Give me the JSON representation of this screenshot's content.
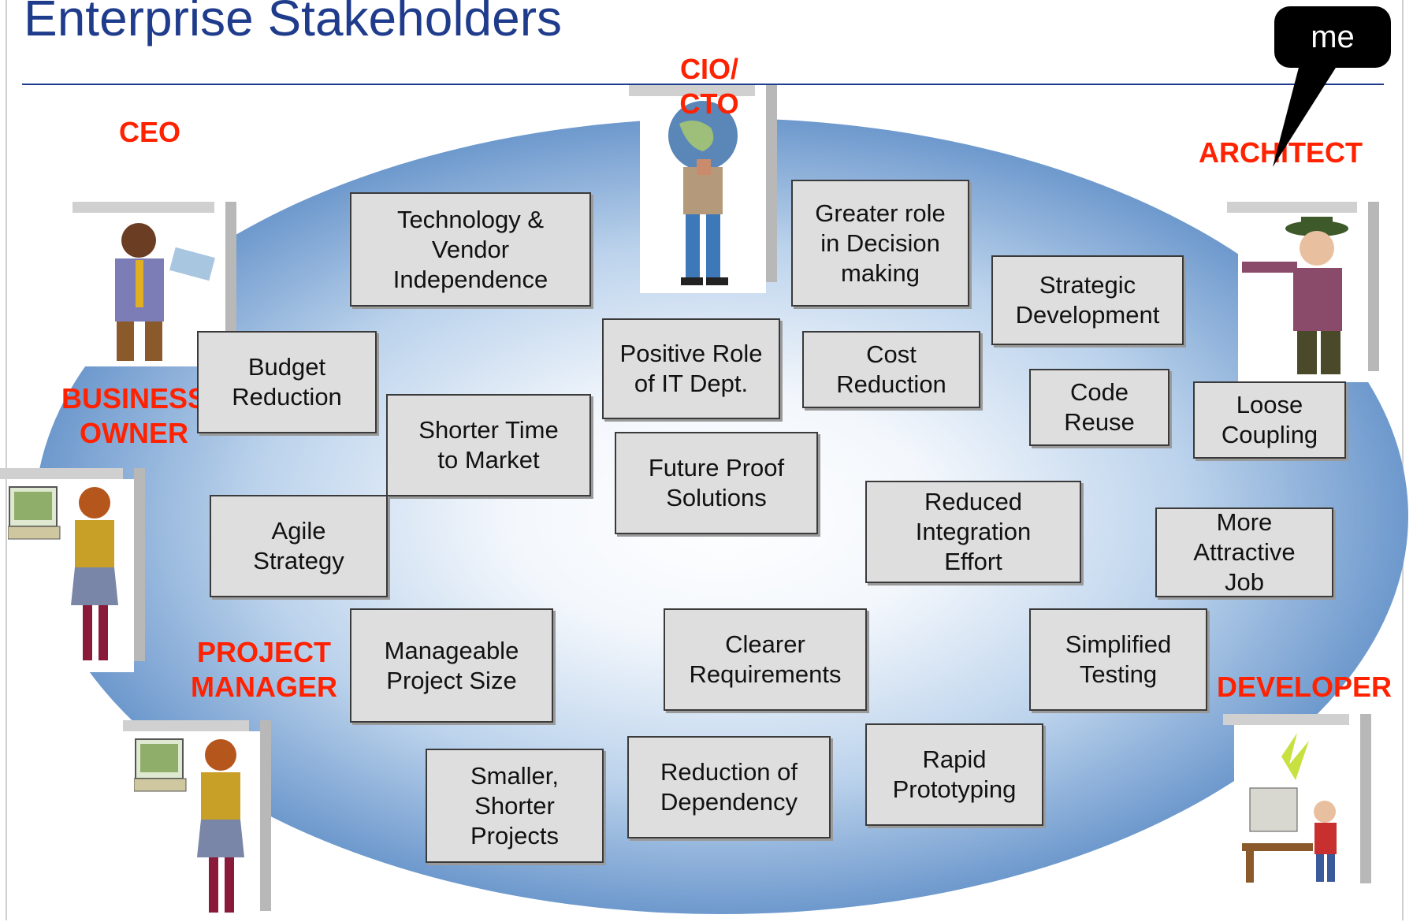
{
  "title": "Enterprise Stakeholders",
  "speech_bubble": "me",
  "roles": {
    "ceo": "CEO",
    "cio_cto": "CIO/\nCTO",
    "architect": "ARCHITECT",
    "business_owner": "BUSINESS\nOWNER",
    "project_manager": "PROJECT\nMANAGER",
    "developer": "DEVELOPER"
  },
  "benefits": {
    "technology_vendor_independence": "Technology &\nVendor\nIndependence",
    "greater_role_decision": "Greater role\nin Decision\nmaking",
    "strategic_development": "Strategic\nDevelopment",
    "budget_reduction": "Budget\nReduction",
    "positive_role_it": "Positive Role\nof IT Dept.",
    "cost_reduction": "Cost\nReduction",
    "code_reuse": "Code\nReuse",
    "loose_coupling": "Loose\nCoupling",
    "shorter_time_to_market": "Shorter Time\nto Market",
    "future_proof_solutions": "Future Proof\nSolutions",
    "reduced_integration_effort": "Reduced\nIntegration\nEffort",
    "agile_strategy": "Agile\nStrategy",
    "more_attractive_job": "More\nAttractive\nJob",
    "manageable_project_size": "Manageable\nProject Size",
    "clearer_requirements": "Clearer\nRequirements",
    "simplified_testing": "Simplified\nTesting",
    "smaller_shorter_projects": "Smaller,\nShorter\nProjects",
    "reduction_of_dependency": "Reduction of\nDependency",
    "rapid_prototyping": "Rapid\nPrototyping"
  },
  "colors": {
    "title": "#1f3c8c",
    "role_label": "#ff2200",
    "ellipse_edge": "#2c5fa5",
    "box_fill": "#dedede"
  }
}
